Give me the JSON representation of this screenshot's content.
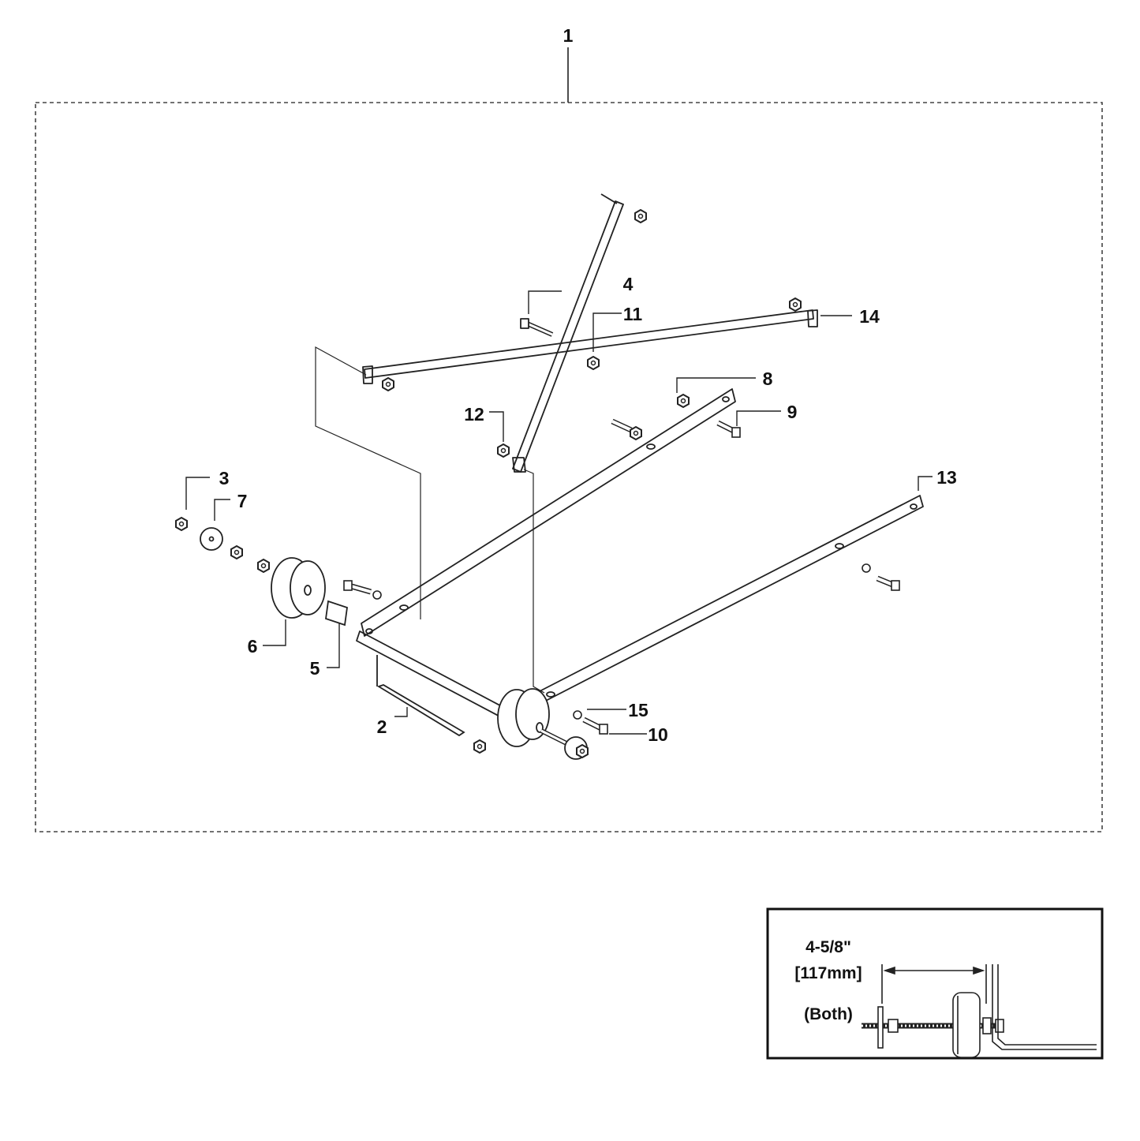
{
  "assembly": {
    "callout": "1"
  },
  "callouts": [
    {
      "id": "c2",
      "label": "2"
    },
    {
      "id": "c3",
      "label": "3"
    },
    {
      "id": "c4",
      "label": "4"
    },
    {
      "id": "c5",
      "label": "5"
    },
    {
      "id": "c6",
      "label": "6"
    },
    {
      "id": "c7",
      "label": "7"
    },
    {
      "id": "c8",
      "label": "8"
    },
    {
      "id": "c9",
      "label": "9"
    },
    {
      "id": "c10",
      "label": "10"
    },
    {
      "id": "c11",
      "label": "11"
    },
    {
      "id": "c12",
      "label": "12"
    },
    {
      "id": "c13",
      "label": "13"
    },
    {
      "id": "c14",
      "label": "14"
    },
    {
      "id": "c15",
      "label": "15"
    }
  ],
  "detail": {
    "dimension_imperial": "4-5/8\"",
    "dimension_metric": "[117mm]",
    "note": "(Both)"
  },
  "colors": {
    "line": "#222222",
    "background": "#ffffff"
  }
}
